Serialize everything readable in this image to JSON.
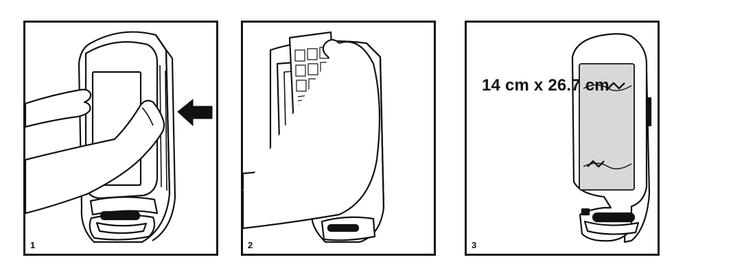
{
  "panels": [
    {
      "step": "1"
    },
    {
      "step": "2"
    },
    {
      "step": "3",
      "label": "14 cm x 26.7 cm"
    }
  ]
}
